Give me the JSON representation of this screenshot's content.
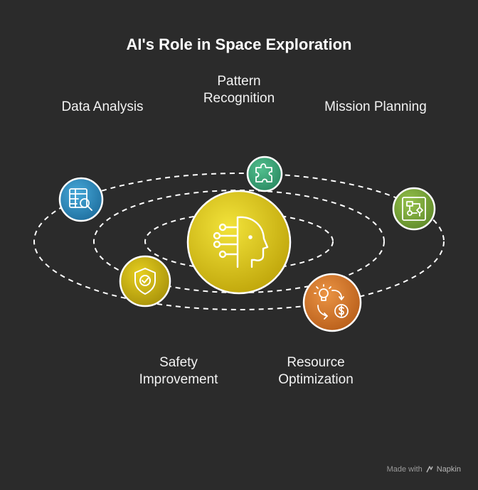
{
  "title": "AI's Role in Space Exploration",
  "nodes": {
    "data_analysis": {
      "label": "Data Analysis",
      "color": "#2e8bc0",
      "icon": "table-search-icon"
    },
    "pattern_recognition": {
      "label_line1": "Pattern",
      "label_line2": "Recognition",
      "color": "#3aa57a",
      "icon": "puzzle-icon"
    },
    "mission_planning": {
      "label": "Mission Planning",
      "color": "#7aa83a",
      "icon": "flowchart-icon"
    },
    "safety_improvement": {
      "label_line1": "Safety",
      "label_line2": "Improvement",
      "color": "#d2b912",
      "icon": "shield-check-icon"
    },
    "resource_optimization": {
      "label_line1": "Resource",
      "label_line2": "Optimization",
      "color": "#d9782a",
      "icon": "bulb-coin-icon"
    },
    "center": {
      "color": "#e8d10e",
      "icon": "ai-head-icon"
    }
  },
  "watermark": {
    "prefix": "Made with",
    "brand": "Napkin"
  }
}
